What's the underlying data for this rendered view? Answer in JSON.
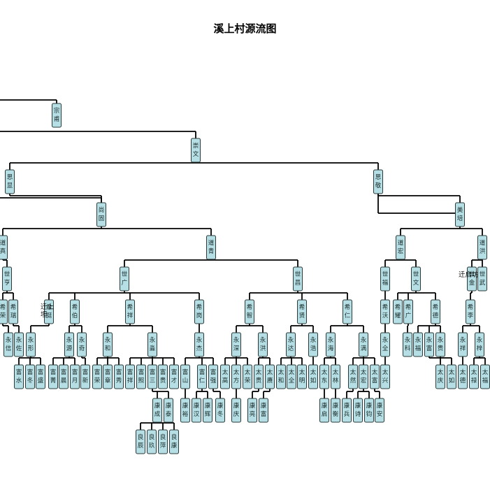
{
  "diagram": {
    "title": "溪上村源流图",
    "nodes": [
      {
        "id": "n_a1",
        "text": "宗甫",
        "parent": null
      },
      {
        "id": "n_b1",
        "text": "崇文",
        "parent": null
      },
      {
        "id": "n_c1",
        "text": "思显",
        "parent": "n_b1"
      },
      {
        "id": "n_c2",
        "text": "思敬",
        "parent": "n_b1"
      },
      {
        "id": "n_d1",
        "text": "尚固",
        "parent": "n_c1"
      },
      {
        "id": "n_d2",
        "text": "美培",
        "parent": "n_c2"
      },
      {
        "id": "n_e1",
        "text": "道真",
        "parent": "n_d1"
      },
      {
        "id": "n_e2",
        "text": "道青",
        "parent": "n_d1"
      },
      {
        "id": "n_e3",
        "text": "道宏",
        "parent": "n_d2"
      },
      {
        "id": "n_e4",
        "text": "道洪",
        "parent": "n_d2"
      },
      {
        "id": "n_f1",
        "text": "世亨",
        "parent": "n_e1"
      },
      {
        "id": "n_f2",
        "text": "世广",
        "parent": "n_e2"
      },
      {
        "id": "n_f3",
        "text": "世昌",
        "parent": "n_e2"
      },
      {
        "id": "n_f4",
        "text": "世福",
        "parent": "n_e3"
      },
      {
        "id": "n_f5",
        "text": "世文",
        "parent": "n_e3"
      },
      {
        "id": "n_f6",
        "text": "世金",
        "parent": "n_e4"
      },
      {
        "id": "n_f7",
        "text": "世武",
        "parent": "n_e4"
      },
      {
        "id": "n_g0",
        "text": "希荣",
        "parent": "n_f1"
      },
      {
        "id": "n_g1",
        "text": "希瑞",
        "parent": "n_f1"
      },
      {
        "id": "n_g2",
        "text": "希挺",
        "parent": "n_f2"
      },
      {
        "id": "n_g3",
        "text": "希伯",
        "parent": "n_f2"
      },
      {
        "id": "n_g4",
        "text": "希祥",
        "parent": "n_f2"
      },
      {
        "id": "n_g5",
        "text": "希岗",
        "parent": "n_f2"
      },
      {
        "id": "n_g6",
        "text": "希智",
        "parent": "n_f3"
      },
      {
        "id": "n_g7",
        "text": "希贤",
        "parent": "n_f3"
      },
      {
        "id": "n_g8",
        "text": "希仁",
        "parent": "n_f3"
      },
      {
        "id": "n_g9",
        "text": "希沃",
        "parent": "n_f4"
      },
      {
        "id": "n_g10",
        "text": "希耀",
        "parent": "n_f5"
      },
      {
        "id": "n_g11",
        "text": "希广",
        "parent": "n_f5"
      },
      {
        "id": "n_g12",
        "text": "希德",
        "parent": "n_f5"
      },
      {
        "id": "n_g13",
        "text": "希李",
        "parent": "n_f6"
      },
      {
        "id": "n_h0",
        "text": "永信",
        "parent": "n_g0"
      },
      {
        "id": "n_h1",
        "text": "永佐",
        "parent": "n_g1"
      },
      {
        "id": "n_h2",
        "text": "永形",
        "parent": "n_g2"
      },
      {
        "id": "n_h3",
        "text": "永源",
        "parent": "n_g3"
      },
      {
        "id": "n_h4",
        "text": "永奇",
        "parent": "n_g3"
      },
      {
        "id": "n_h5",
        "text": "永和",
        "parent": "n_g4"
      },
      {
        "id": "n_h6",
        "text": "永淼",
        "parent": "n_g4"
      },
      {
        "id": "n_h7",
        "text": "永杰",
        "parent": "n_g5"
      },
      {
        "id": "n_h8",
        "text": "永深",
        "parent": "n_g6"
      },
      {
        "id": "n_h9",
        "text": "永洪",
        "parent": "n_g6"
      },
      {
        "id": "n_h10",
        "text": "永达",
        "parent": "n_g7"
      },
      {
        "id": "n_h11",
        "text": "永浩",
        "parent": "n_g7"
      },
      {
        "id": "n_h12",
        "text": "永海",
        "parent": "n_g8"
      },
      {
        "id": "n_h13",
        "text": "永满",
        "parent": "n_g8"
      },
      {
        "id": "n_h14",
        "text": "永全",
        "parent": "n_g9"
      },
      {
        "id": "n_h15",
        "text": "永科",
        "parent": "n_g11"
      },
      {
        "id": "n_h16",
        "text": "永福",
        "parent": "n_g12"
      },
      {
        "id": "n_h17",
        "text": "永富",
        "parent": "n_g12"
      },
      {
        "id": "n_h18",
        "text": "永贵",
        "parent": "n_g12"
      },
      {
        "id": "n_h19",
        "text": "永祥",
        "parent": "n_g13"
      },
      {
        "id": "n_h20",
        "text": "永梓",
        "parent": "n_g13"
      },
      {
        "id": "n_i0",
        "text": "富水",
        "parent": "n_h2"
      },
      {
        "id": "n_i1",
        "text": "富冬",
        "parent": "n_h2"
      },
      {
        "id": "n_i2",
        "text": "富盛",
        "parent": "n_h2"
      },
      {
        "id": "n_i3",
        "text": "富菁",
        "parent": "n_h3"
      },
      {
        "id": "n_i4",
        "text": "富晨",
        "parent": "n_h3"
      },
      {
        "id": "n_i5",
        "text": "富月",
        "parent": "n_h3"
      },
      {
        "id": "n_i6",
        "text": "富新",
        "parent": "n_h4"
      },
      {
        "id": "n_i7",
        "text": "富荣",
        "parent": "n_h5"
      },
      {
        "id": "n_i8",
        "text": "富章",
        "parent": "n_h5"
      },
      {
        "id": "n_i9",
        "text": "富秀",
        "parent": "n_h5"
      },
      {
        "id": "n_i10",
        "text": "富祥",
        "parent": "n_h6"
      },
      {
        "id": "n_i11",
        "text": "富照",
        "parent": "n_h6"
      },
      {
        "id": "n_i12",
        "text": "富三",
        "parent": "n_h6"
      },
      {
        "id": "n_i13",
        "text": "富贵",
        "parent": "n_h6"
      },
      {
        "id": "n_i14",
        "text": "富才",
        "parent": "n_h6"
      },
      {
        "id": "n_i15",
        "text": "富山",
        "parent": "n_h7"
      },
      {
        "id": "n_i16",
        "text": "富仁",
        "parent": "n_h7"
      },
      {
        "id": "n_i17",
        "text": "富强",
        "parent": "n_h7"
      },
      {
        "id": "n_i18",
        "text": "太高",
        "parent": "n_h8"
      },
      {
        "id": "n_i19",
        "text": "太方",
        "parent": "n_h8"
      },
      {
        "id": "n_i20",
        "text": "太荣",
        "parent": "n_h8"
      },
      {
        "id": "n_i21",
        "text": "太贵",
        "parent": "n_h9"
      },
      {
        "id": "n_i22",
        "text": "太赓",
        "parent": "n_h9"
      },
      {
        "id": "n_i23",
        "text": "太和",
        "parent": "n_h10"
      },
      {
        "id": "n_i24",
        "text": "太全",
        "parent": "n_h10"
      },
      {
        "id": "n_i25",
        "text": "太明",
        "parent": "n_h10"
      },
      {
        "id": "n_i26",
        "text": "太如",
        "parent": "n_h11"
      },
      {
        "id": "n_i27",
        "text": "太东",
        "parent": "n_h12"
      },
      {
        "id": "n_i28",
        "text": "太林",
        "parent": "n_h12"
      },
      {
        "id": "n_i29",
        "text": "太然",
        "parent": "n_h13"
      },
      {
        "id": "n_i30",
        "text": "太宏",
        "parent": "n_h13"
      },
      {
        "id": "n_i31",
        "text": "太富",
        "parent": "n_h13"
      },
      {
        "id": "n_i32",
        "text": "太兴",
        "parent": "n_h14"
      },
      {
        "id": "n_i33",
        "text": "太庆",
        "parent": "n_h17"
      },
      {
        "id": "n_i34",
        "text": "太如",
        "parent": "n_h18"
      },
      {
        "id": "n_i35",
        "text": "太德",
        "parent": "n_h19"
      },
      {
        "id": "n_i36",
        "text": "太禄",
        "parent": "n_h20"
      },
      {
        "id": "n_i37",
        "text": "太福",
        "parent": "n_h20"
      },
      {
        "id": "n_j0",
        "text": "康成",
        "parent": "n_i12"
      },
      {
        "id": "n_j1",
        "text": "康泰",
        "parent": "n_i12"
      },
      {
        "id": "n_j2",
        "text": "康裕",
        "parent": "n_i15"
      },
      {
        "id": "n_j3",
        "text": "康汉",
        "parent": "n_i16"
      },
      {
        "id": "n_j4",
        "text": "康辉",
        "parent": "n_i16"
      },
      {
        "id": "n_j5",
        "text": "康冬",
        "parent": "n_i17"
      },
      {
        "id": "n_j6",
        "text": "康庆",
        "parent": "n_i19"
      },
      {
        "id": "n_j7",
        "text": "康亮",
        "parent": "n_i21"
      },
      {
        "id": "n_j8",
        "text": "康富",
        "parent": "n_i22"
      },
      {
        "id": "n_j9",
        "text": "康启",
        "parent": "n_i27"
      },
      {
        "id": "n_j10",
        "text": "康衡",
        "parent": "n_i28"
      },
      {
        "id": "n_j11",
        "text": "康兵",
        "parent": "n_i29"
      },
      {
        "id": "n_j12",
        "text": "康诗",
        "parent": "n_i30"
      },
      {
        "id": "n_j13",
        "text": "康钧",
        "parent": "n_i30"
      },
      {
        "id": "n_j14",
        "text": "康安",
        "parent": "n_i31"
      },
      {
        "id": "n_k0",
        "text": "良辰",
        "parent": "n_j0"
      },
      {
        "id": "n_k1",
        "text": "良玖",
        "parent": "n_j0"
      },
      {
        "id": "n_k2",
        "text": "良萍",
        "parent": "n_j0"
      },
      {
        "id": "n_k3",
        "text": "良康",
        "parent": "n_j0"
      }
    ],
    "notes": [
      {
        "id": "note1",
        "text": "迁上",
        "sub": "坦"
      },
      {
        "id": "note2",
        "text": "迁启坊",
        "sub": ""
      }
    ]
  }
}
